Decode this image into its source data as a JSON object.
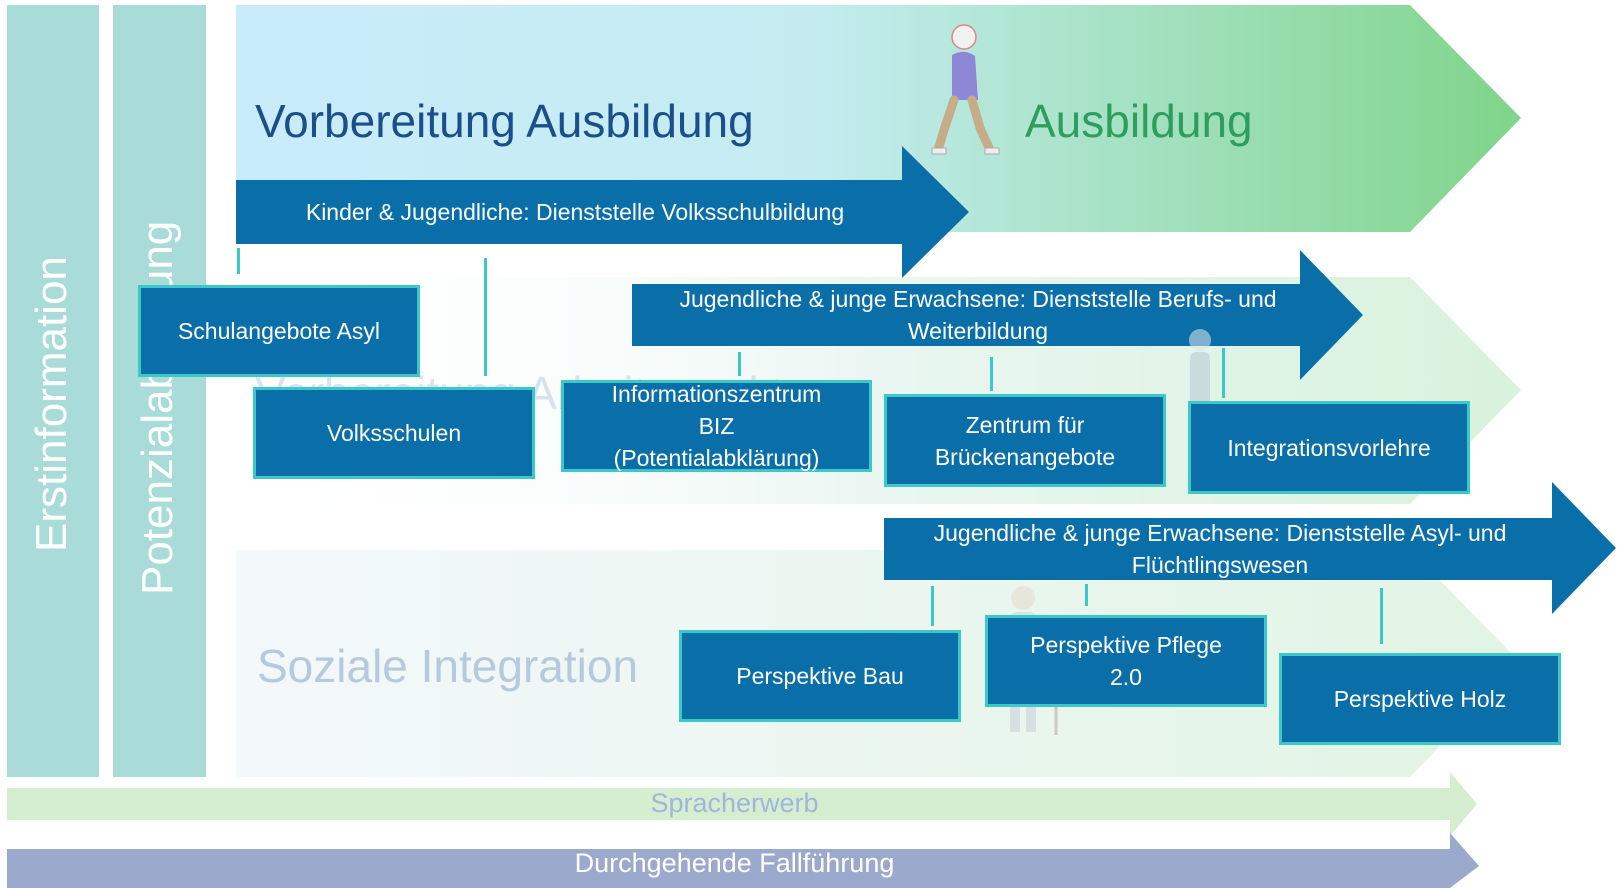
{
  "columns": {
    "erstinformation": "Erstinformation",
    "potenzialabklaerung": "Potenzialabklärung"
  },
  "stages": {
    "vorbereitung_ausbildung": "Vorbereitung Ausbildung",
    "ausbildung": "Ausbildung",
    "vorbereitung_arbeitsmarkt": "Vorbereitung Arbeitsmarkt",
    "soziale_integration": "Soziale Integration"
  },
  "arrows": {
    "volksschulbildung": "Kinder & Jugendliche: Dienststelle Volksschulbildung",
    "berufs_weiterbildung": "Jugendliche & junge Erwachsene: Dienststelle Berufs- und Weiterbildung",
    "asyl_fluechtlingswesen": "Jugendliche & junge Erwachsene: Dienststelle Asyl- und Flüchtlingswesen"
  },
  "boxes": {
    "schulangebote_asyl": "Schulangebote Asyl",
    "volksschulen": "Volksschulen",
    "biz": "Informationszentrum\nBIZ\n(Potentialabklärung)",
    "brueckenangebote": "Zentrum für\nBrückenangebote",
    "integrationsvorlehre": "Integrationsvorlehre",
    "perspektive_bau": "Perspektive Bau",
    "perspektive_pflege": "Perspektive Pflege\n2.0",
    "perspektive_holz": "Perspektive Holz"
  },
  "bands": {
    "spracherwerb": "Spracherwerb",
    "fallfuehrung": "Durchgehende Fallführung"
  },
  "colors": {
    "dark_blue_arrow": "#0a6fa8",
    "teal_border": "#3cc8c8",
    "column_teal": "#a9dcd9",
    "title_blue": "#1c4e8a",
    "title_green": "#2e9e5e"
  }
}
